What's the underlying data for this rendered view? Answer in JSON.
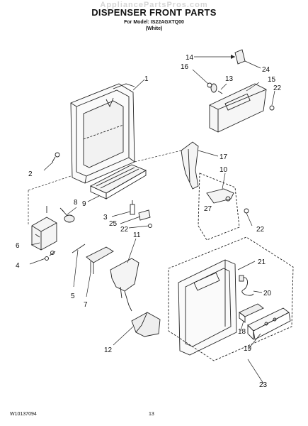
{
  "header": {
    "watermark": "AppliancePartsPros.com",
    "title": "DISPENSER FRONT PARTS",
    "model_line": "For Model: IS22AGXTQ00",
    "color_line": "(White)"
  },
  "callouts": {
    "c1": "1",
    "c2": "2",
    "c3": "3",
    "c4": "4",
    "c5": "5",
    "c6": "6",
    "c7": "7",
    "c8": "8",
    "c9": "9",
    "c10": "10",
    "c11": "11",
    "c12": "12",
    "c13": "13",
    "c14": "14",
    "c15": "15",
    "c16": "16",
    "c17": "17",
    "c18": "18",
    "c19": "19",
    "c20": "20",
    "c21": "21",
    "c22a": "22",
    "c22b": "22",
    "c22c": "22",
    "c23": "23",
    "c24": "24",
    "c25": "25",
    "c27": "27"
  },
  "footer": {
    "code": "W10137094",
    "page": "13"
  }
}
